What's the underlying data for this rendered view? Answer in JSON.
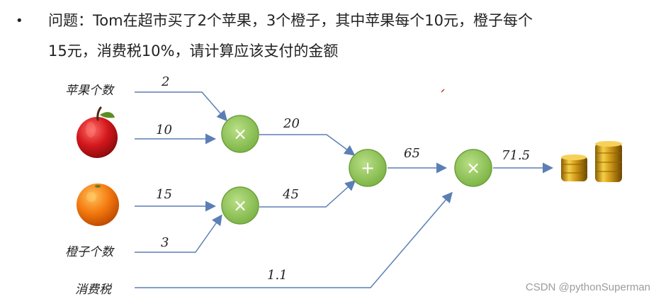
{
  "problem": {
    "bullet": "•",
    "line1": "问题：Tom在超市买了2个苹果，3个橙子，其中苹果每个10元，橙子每个",
    "line2": "15元，消费税10%，请计算应该支付的金额"
  },
  "labels": {
    "apple_count": "苹果个数",
    "orange_count": "橙子个数",
    "tax": "消费税"
  },
  "edge_values": {
    "apple_count": "2",
    "apple_price": "10",
    "orange_price": "15",
    "orange_count": "3",
    "apple_total": "20",
    "orange_total": "45",
    "sum": "65",
    "tax": "1.1",
    "result": "71.5"
  },
  "nodes": {
    "apple_multiply": "×",
    "orange_multiply": "×",
    "add": "+",
    "tax_multiply": "×"
  },
  "colors": {
    "edge": "#5b7fb5",
    "node_fill": "#8ec155",
    "node_border": "#6da03c",
    "fruit_apple": "#c0181b",
    "fruit_orange": "#f47b10"
  },
  "watermark": "CSDN @pythonSuperman"
}
